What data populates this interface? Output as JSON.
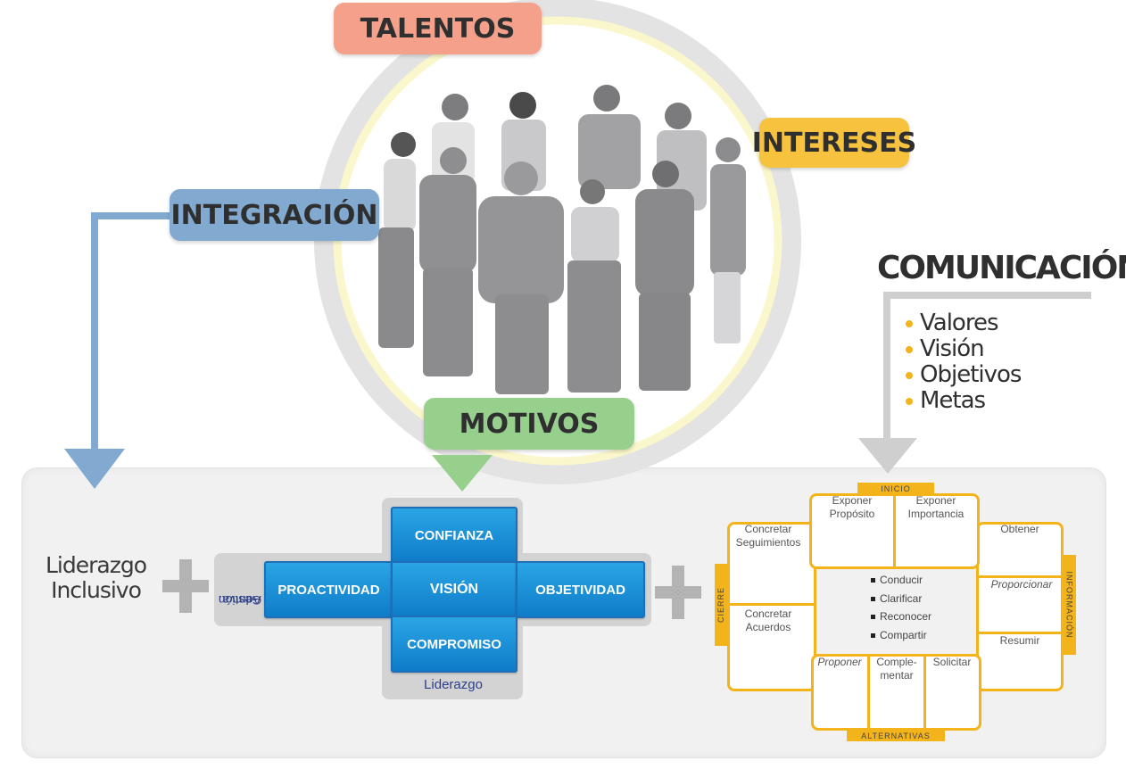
{
  "top_labels": {
    "talentos": "TALENTOS",
    "intereses": "INTERESES",
    "integracion": "INTEGRACIÓN",
    "motivos": "MOTIVOS"
  },
  "comunicacion": {
    "title": "COMUNICACIÓN",
    "items": [
      "Valores",
      "Visión",
      "Objetivos",
      "Metas"
    ]
  },
  "liderazgo_inclusivo": [
    "Liderazgo",
    "Inclusivo"
  ],
  "cross": {
    "top": "CONFIANZA",
    "left": "PROACTIVIDAD",
    "center": "VISIÓN",
    "right": "OBJETIVIDAD",
    "bottom": "COMPROMISO",
    "side_label": [
      "Gestión",
      "Admva."
    ],
    "bottom_label": "Liderazgo"
  },
  "wheel": {
    "tabs": {
      "top": "INICIO",
      "bottom": "ALTERNATIVAS",
      "left": "CIERRE",
      "right": "INFORMACIÓN"
    },
    "top_cells": [
      "Exponer Propósito",
      "Exponer Importancia"
    ],
    "left_cells": [
      "Concretar Seguimientos",
      "Concretar Acuerdos"
    ],
    "right_cells": [
      "Obtener",
      "Proporcionar",
      "Resumir"
    ],
    "bottom_cells": [
      "Proponer",
      "Comple-mentar",
      "Solicitar"
    ],
    "center_items": [
      "Conducir",
      "Clarificar",
      "Reconocer",
      "Compartir"
    ]
  },
  "colors": {
    "talentos": "#f4a08a",
    "intereses": "#f7c23e",
    "integracion": "#82a9d0",
    "motivos": "#96d08c",
    "accent_yellow": "#f3b31b",
    "cross_blue": "#1a8fd8"
  },
  "icons": [
    "people-group-icon",
    "plus-icon",
    "arrow-down-icon"
  ]
}
